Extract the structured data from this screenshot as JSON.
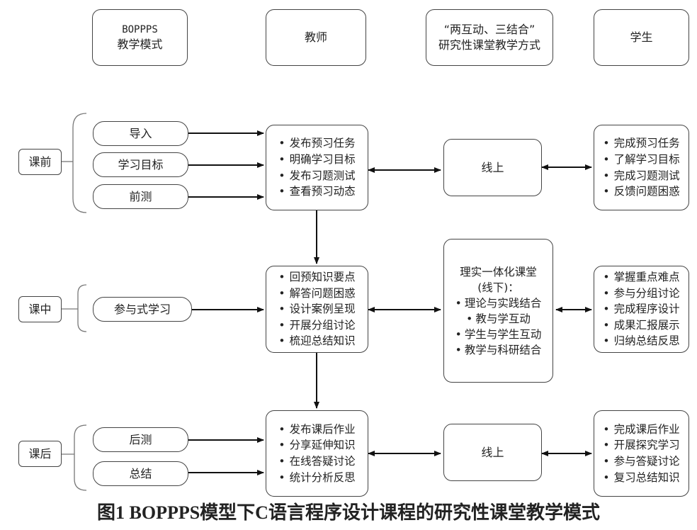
{
  "headers": {
    "model": [
      "BOPPPS",
      "教学模式"
    ],
    "teacher": "教师",
    "method": [
      "“两互动、三结合”",
      "研究性课堂教学方式"
    ],
    "student": "学生"
  },
  "stages": {
    "pre": "课前",
    "mid": "课中",
    "post": "课后"
  },
  "steps": {
    "intro": "导入",
    "goal": "学习目标",
    "pretest": "前测",
    "participatory": "参与式学习",
    "posttest": "后测",
    "summary": "总结"
  },
  "teacher_pre": [
    "发布预习任务",
    "明确学习目标",
    "发布习题测试",
    "查看预习动态"
  ],
  "teacher_mid": [
    "回预知识要点",
    "解答问题困惑",
    "设计案例呈现",
    "开展分组讨论",
    "梳迎总结知识"
  ],
  "teacher_post": [
    "发布课后作业",
    "分享延伸知识",
    "在线答疑讨论",
    "统计分析反思"
  ],
  "mode_pre": "线上",
  "mode_mid": {
    "title": "理实一体化课堂",
    "sub": "(线下)：",
    "items": [
      "理论与实践结合",
      "教与学互动",
      "学生与学生互动",
      "教学与科研结合"
    ]
  },
  "mode_post": "线上",
  "student_pre": [
    "完成预习任务",
    "了解学习目标",
    "完成习题测试",
    "反馈问题困惑"
  ],
  "student_mid": [
    "掌握重点难点",
    "参与分组讨论",
    "完成程序设计",
    "成果汇报展示",
    "归纳总结反思"
  ],
  "student_post": [
    "完成课后作业",
    "开展探究学习",
    "参与答疑讨论",
    "复习总结知识"
  ],
  "caption": "图1 BOPPPS模型下C语言程序设计课程的研究性课堂教学模式"
}
